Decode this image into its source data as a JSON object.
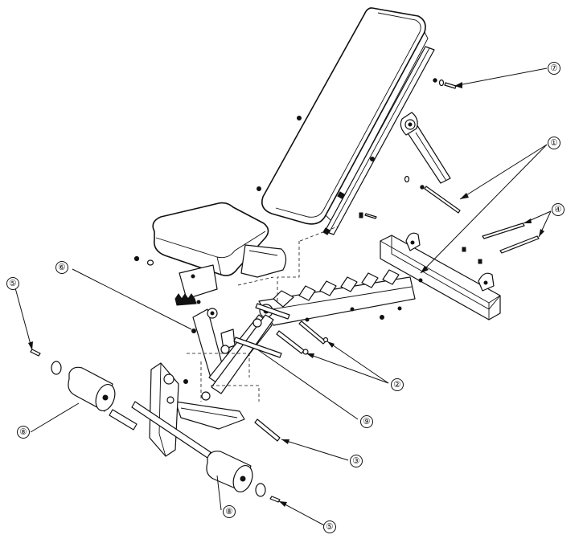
{
  "callouts": [
    {
      "label": "①"
    },
    {
      "label": "②"
    },
    {
      "label": "③"
    },
    {
      "label": "④"
    },
    {
      "label": "⑤"
    },
    {
      "label": "⑤"
    },
    {
      "label": "⑥"
    },
    {
      "label": "⑦"
    },
    {
      "label": "⑧"
    },
    {
      "label": "⑧"
    },
    {
      "label": "⑨"
    }
  ]
}
